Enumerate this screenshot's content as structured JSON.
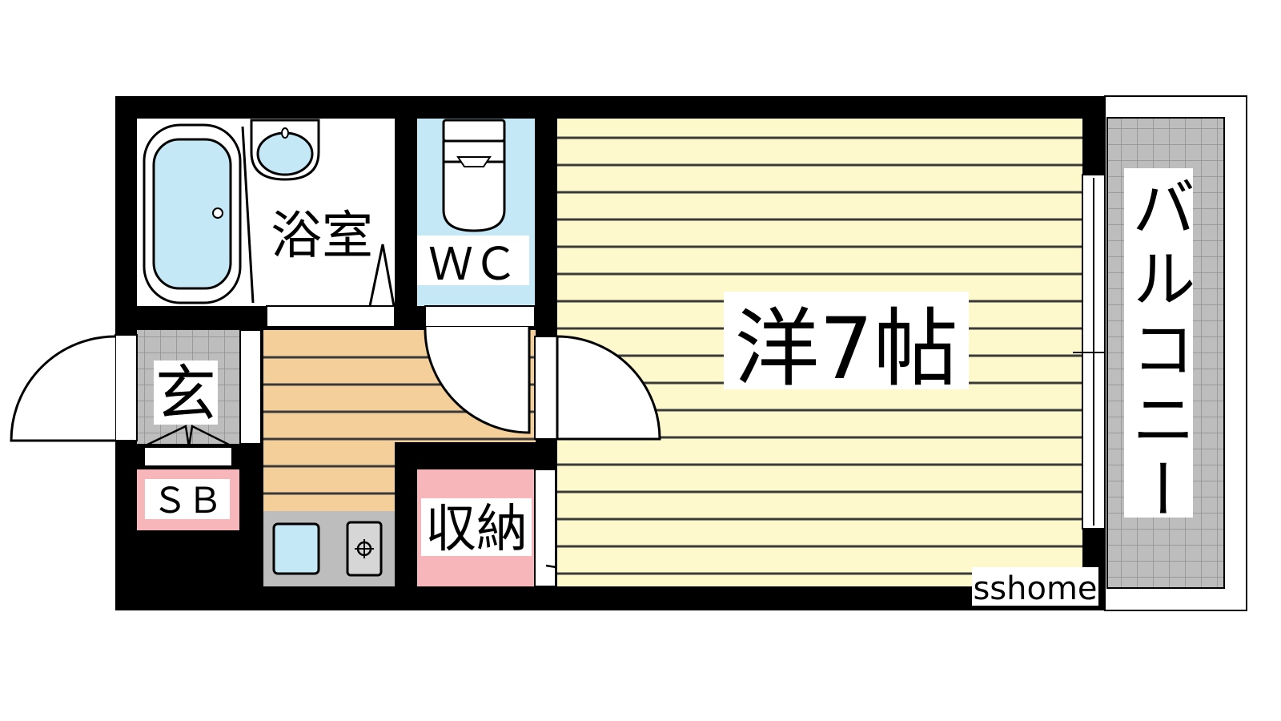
{
  "floorplan": {
    "rooms": {
      "bath": {
        "label": "浴室"
      },
      "wc": {
        "label": "ＷＣ"
      },
      "western": {
        "label": "洋7帖"
      },
      "entrance": {
        "label": "玄"
      },
      "shoebox": {
        "label": "ＳＢ"
      },
      "storage": {
        "label": "収納"
      },
      "balcony": {
        "label": "バルコニー"
      }
    },
    "watermark": "sshome",
    "colors": {
      "wall": "#000000",
      "bath_fill": "#c5e8f7",
      "western_fill": "#fdf9cc",
      "western_lines": "#3a3a3a",
      "hall_fill": "#f4cf9a",
      "tile_fill": "#b9b9b9",
      "pink_fill": "#f7b6b9",
      "kitchen_fill": "#bdbdbd"
    }
  }
}
